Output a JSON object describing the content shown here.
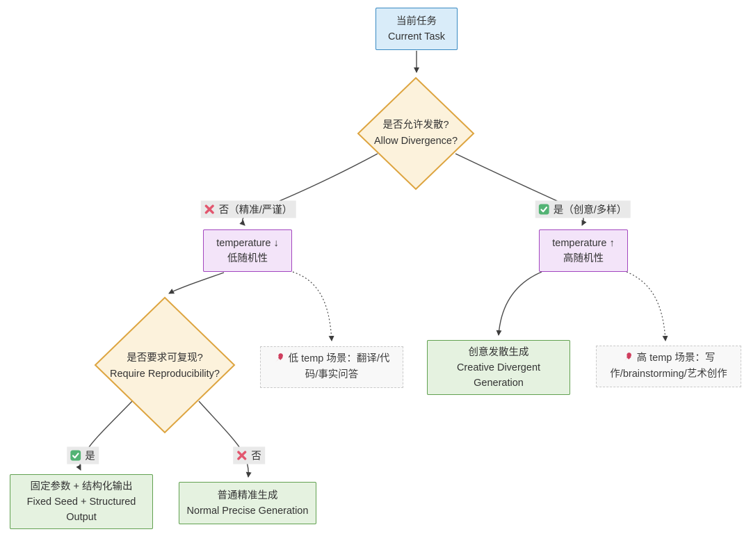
{
  "diagram": {
    "title_hint": "temperature decision flowchart",
    "colors": {
      "background": "#ffffff",
      "task_fill": "#d9ecf9",
      "task_border": "#3889c2",
      "decision_fill": "#fcf2dc",
      "decision_border": "#dda43f",
      "param_fill": "#f3e4f9",
      "param_border": "#a346bf",
      "result_fill": "#e5f2e0",
      "result_border": "#61a150",
      "note_fill": "#f8f8f8",
      "note_border": "#c9c9c9",
      "edge_label_bg": "#e9e9e9",
      "edge_stroke": "#4b4b4b",
      "x_icon": "#e2566e",
      "check_icon": "#53b374",
      "pin_icon": "#cf3e5e",
      "text": "#333333"
    },
    "nodes": {
      "current_task": {
        "zh": "当前任务",
        "en": "Current Task"
      },
      "allow_divergence": {
        "zh": "是否允许发散?",
        "en": "Allow Divergence?"
      },
      "temp_down": {
        "line1": "temperature ↓",
        "line2": "低随机性"
      },
      "temp_up": {
        "line1": "temperature ↑",
        "line2": "高随机性"
      },
      "require_repro": {
        "zh": "是否要求可复现?",
        "en": "Require Reproducibility?"
      },
      "creative_gen": {
        "zh": "创意发散生成",
        "en": "Creative Divergent Generation"
      },
      "fixed_seed": {
        "zh": "固定参数 + 结构化输出",
        "en": "Fixed Seed + Structured Output"
      },
      "normal_gen": {
        "zh": "普通精准生成",
        "en": "Normal Precise Generation"
      },
      "note_low_temp": {
        "icon": "pin-icon",
        "text": "低 temp 场景：翻译/代码/事实问答"
      },
      "note_high_temp": {
        "icon": "pin-icon",
        "text": "高 temp 场景：写作/brainstorming/艺术创作"
      }
    },
    "edge_labels": {
      "no_precise": {
        "icon": "x-icon",
        "text": "否（精准/严谨）"
      },
      "yes_creative": {
        "icon": "check-icon",
        "text": "是（创意/多样）"
      },
      "yes": {
        "icon": "check-icon",
        "text": "是"
      },
      "no": {
        "icon": "x-icon",
        "text": "否"
      }
    }
  }
}
